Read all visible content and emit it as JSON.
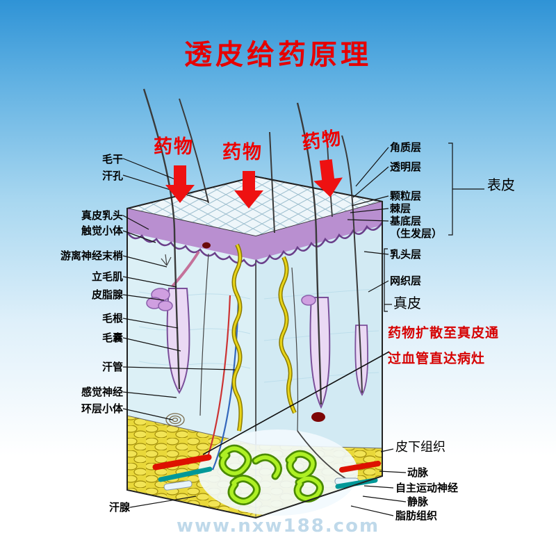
{
  "title": "透皮给药原理",
  "drug_label": "药物",
  "labels_left": [
    "毛干",
    "汗孔",
    "真皮乳头",
    "触觉小体",
    "游离神经末梢",
    "立毛肌",
    "皮脂腺",
    "毛根",
    "毛囊",
    "汗管",
    "感觉神经",
    "环层小体",
    "汗腺"
  ],
  "labels_right": [
    "角质层",
    "透明层",
    "颗粒层",
    "棘层",
    "基底层",
    "（生发层）",
    "乳头层",
    "网织层"
  ],
  "group_labels": {
    "epidermis": "表皮",
    "dermis": "真皮",
    "subcutaneous": "皮下组织"
  },
  "labels_bottom_right": [
    "动脉",
    "自主运动神经",
    "静脉",
    "脂肪组织"
  ],
  "red_note": {
    "line1": "药物扩散至真皮通",
    "line2": "过血管直达病灶"
  },
  "watermark": "www.nxw188.com",
  "colors": {
    "title_red": "#e60000",
    "arrow_red": "#ee1111",
    "note_red": "#d60000",
    "epidermis_purple": "#b98fd0",
    "dermis_blue": "#d8edf4",
    "fat_yellow": "#e9d83a",
    "gland_green": "#aef024",
    "artery_red": "#dd1100",
    "vein_teal": "#009898",
    "background_top": "#2f93d6"
  }
}
